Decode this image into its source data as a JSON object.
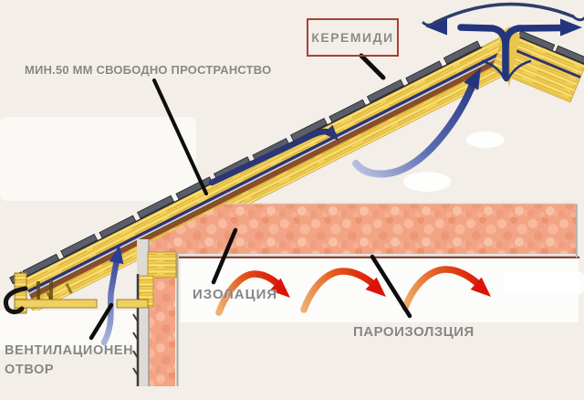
{
  "diagram": {
    "labels": {
      "free_space": "МИН.50 ММ СВОБОДНО ПРОСТРАНСТВО",
      "tiles": "КЕРЕМИДИ",
      "insulation": "ИЗОЛАЦИЯ",
      "vapor_barrier": "ПАРОИЗОЛЗЦИЯ",
      "vent_opening_line1": "ВЕНТИЛАЦИОНЕН",
      "vent_opening_line2": "ОТВОР"
    },
    "colors": {
      "background": "#f3eee7",
      "wood_yellow": "#f2d158",
      "wood_grain": "#d2a22c",
      "tile_strip_gray": "#585d68",
      "batten_brown": "#8a4e28",
      "membrane_navy": "#2d3472",
      "insulation_pink": "#f3a487",
      "airflow_blue": "#23357d",
      "vapor_red": "#dc1408",
      "label_gray": "#868686",
      "tiles_box_border": "#a84038",
      "interior_white": "#fcfcfa",
      "vapor_line_maroon": "#7c3a2c"
    }
  }
}
